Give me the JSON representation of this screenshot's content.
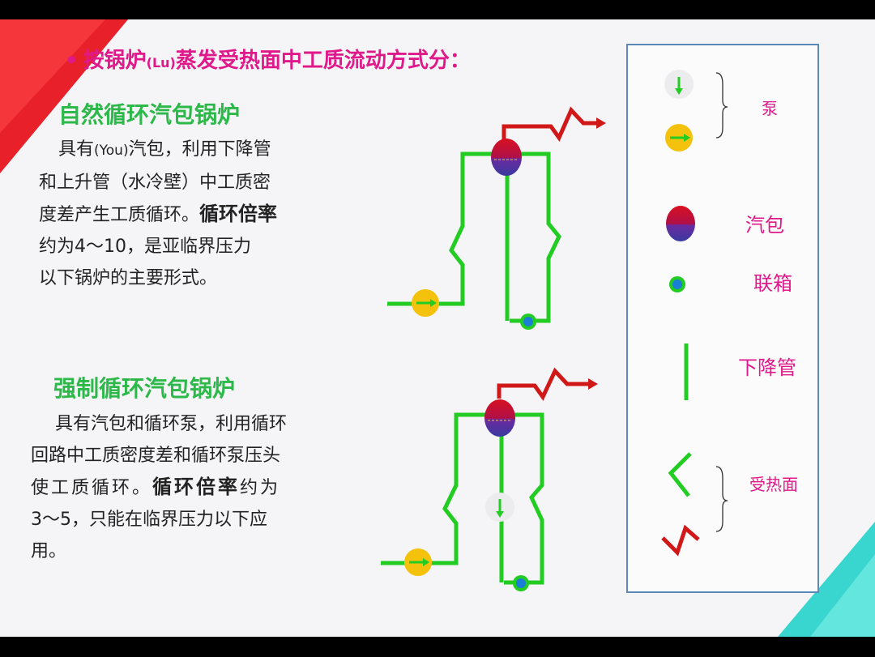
{
  "title": {
    "bullet": "•",
    "part1": "按锅炉",
    "part2": "(Lu)",
    "part3": "蒸发受热面中工质流动方式分："
  },
  "natural": {
    "heading": "自然循环汽包锅炉",
    "line1": "具有",
    "line1_small": "(You)",
    "line1_rest": "汽包，利用下降管",
    "line2": "和上升管（水冷壁）中工质密",
    "line3_a": "度差产生工质循环。",
    "line3_b": "循环倍率",
    "line4": "约为4～10，是亚临界压力",
    "line5": "以下锅炉的主要形式。"
  },
  "forced": {
    "heading": "强制循环汽包锅炉",
    "line1": "具有汽包和循环泵，利用循环",
    "line2": "回路中工质密度差和循环泵压头",
    "line3_a": "使工质循环。",
    "line3_b": "循环倍率",
    "line3_c": "约为",
    "line4": "3～5，只能在临界压力以下应",
    "line5": "用。"
  },
  "legend": {
    "pump": "泵",
    "drum": "汽包",
    "header": "联箱",
    "downcomer": "下降管",
    "heating_surface": "受热面"
  },
  "colors": {
    "pipe": "#22cc22",
    "steam_line": "#d01818",
    "pump": "#f4c20d",
    "accent": "#e0198a",
    "heading": "#2db84a"
  }
}
